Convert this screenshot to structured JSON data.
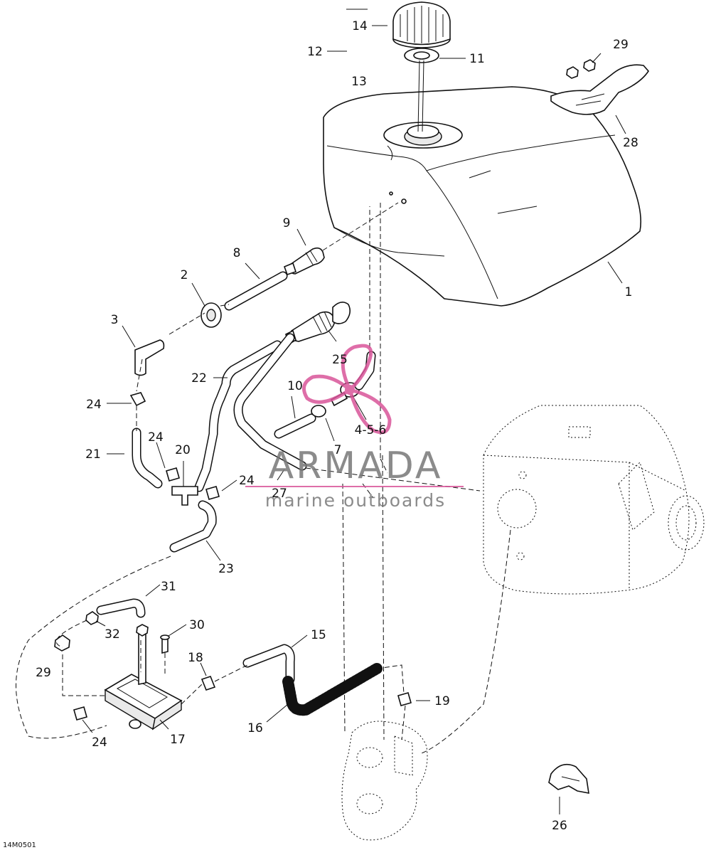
{
  "figure_code": "14M0501",
  "callouts": [
    {
      "id": "1",
      "text": "1"
    },
    {
      "id": "2",
      "text": "2"
    },
    {
      "id": "3",
      "text": "3"
    },
    {
      "id": "456",
      "text": "4-5-6"
    },
    {
      "id": "7",
      "text": "7"
    },
    {
      "id": "8",
      "text": "8"
    },
    {
      "id": "9",
      "text": "9"
    },
    {
      "id": "10",
      "text": "10"
    },
    {
      "id": "11",
      "text": "11"
    },
    {
      "id": "12",
      "text": "12"
    },
    {
      "id": "13",
      "text": "13"
    },
    {
      "id": "14",
      "text": "14"
    },
    {
      "id": "15",
      "text": "15"
    },
    {
      "id": "16",
      "text": "16"
    },
    {
      "id": "17",
      "text": "17"
    },
    {
      "id": "18",
      "text": "18"
    },
    {
      "id": "19",
      "text": "19"
    },
    {
      "id": "20",
      "text": "20"
    },
    {
      "id": "21",
      "text": "21"
    },
    {
      "id": "22",
      "text": "22"
    },
    {
      "id": "23",
      "text": "23"
    },
    {
      "id": "24a",
      "text": "24"
    },
    {
      "id": "24b",
      "text": "24"
    },
    {
      "id": "24c",
      "text": "24"
    },
    {
      "id": "24d",
      "text": "24"
    },
    {
      "id": "25",
      "text": "25"
    },
    {
      "id": "26",
      "text": "26"
    },
    {
      "id": "27",
      "text": "27"
    },
    {
      "id": "28",
      "text": "28"
    },
    {
      "id": "29a",
      "text": "29"
    },
    {
      "id": "29b",
      "text": "29"
    },
    {
      "id": "30",
      "text": "30"
    },
    {
      "id": "31",
      "text": "31"
    },
    {
      "id": "32",
      "text": "32"
    }
  ],
  "watermark": {
    "brand": "ARMADA",
    "tagline": "marine outboards",
    "colors": {
      "propeller": "#d9559a",
      "text": "#777777"
    }
  }
}
